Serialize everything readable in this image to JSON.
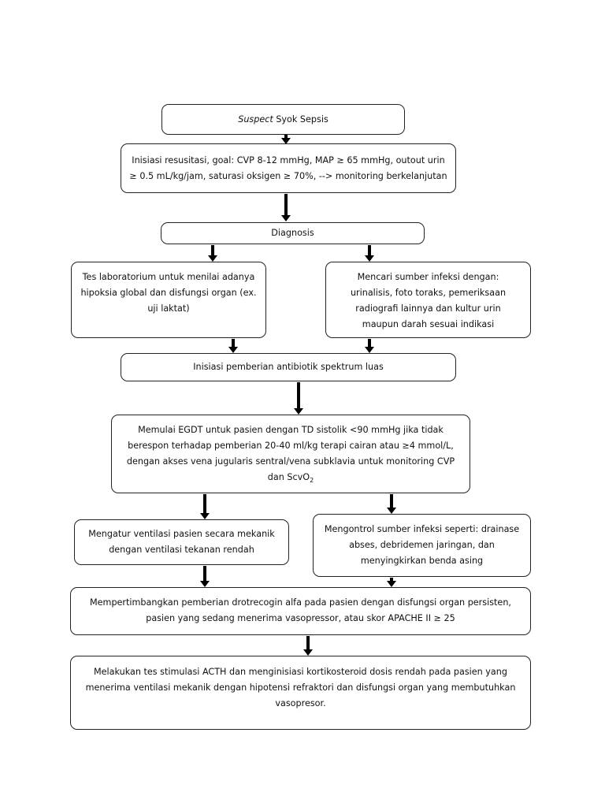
{
  "flow": {
    "suspect": {
      "italic": "Suspect",
      "rest": " Syok Sepsis"
    },
    "resuscitation": {
      "line1": "Inisiasi resusitasi, goal: CVP 8-12 mmHg, MAP ≥ 65 mmHg, outout urin",
      "line2": "≥ 0.5 mL/kg/jam, saturasi oksigen ≥ 70%, --> monitoring berkelanjutan"
    },
    "diagnosis": "Diagnosis",
    "lab_test": {
      "line1": "Tes laboratorium untuk menilai adanya",
      "line2": "hipoksia global dan disfungsi organ (ex.",
      "line3": "uji laktat)"
    },
    "infection_search": {
      "line1": "Mencari sumber infeksi dengan:",
      "line2": "urinalisis, foto toraks, pemeriksaan",
      "line3": "radiografi lainnya dan kultur urin",
      "line4": "maupun darah sesuai indikasi"
    },
    "antibiotic": "Inisiasi pemberian antibiotik spektrum luas",
    "egdt": {
      "line1": "Memulai EGDT untuk pasien dengan TD sistolik <90 mmHg jika tidak",
      "line2": "berespon terhadap pemberian 20-40 ml/kg terapi cairan atau ≥4 mmol/L,",
      "line3": "dengan akses vena jugularis sentral/vena subklavia untuk monitoring CVP",
      "line4_prefix": "dan ScvO",
      "line4_sub": "2"
    },
    "ventilation": {
      "line1": "Mengatur ventilasi pasien secara mekanik",
      "line2": "dengan ventilasi tekanan rendah"
    },
    "source_control": {
      "line1": "Mengontrol sumber infeksi seperti: drainase",
      "line2": "abses, debridemen jaringan, dan",
      "line3": "menyingkirkan benda asing"
    },
    "drotrecogin": {
      "line1": "Mempertimbangkan pemberian drotrecogin alfa pada pasien dengan disfungsi organ persisten,",
      "line2": "pasien yang sedang menerima vasopressor, atau skor APACHE II ≥ 25"
    },
    "acth": {
      "line1": "Melakukan tes stimulasi ACTH dan menginisiasi kortikosteroid dosis rendah pada pasien yang",
      "line2": "menerima ventilasi mekanik dengan hipotensi refraktori dan disfungsi organ yang membutuhkan",
      "line3": "vasopresor."
    }
  }
}
